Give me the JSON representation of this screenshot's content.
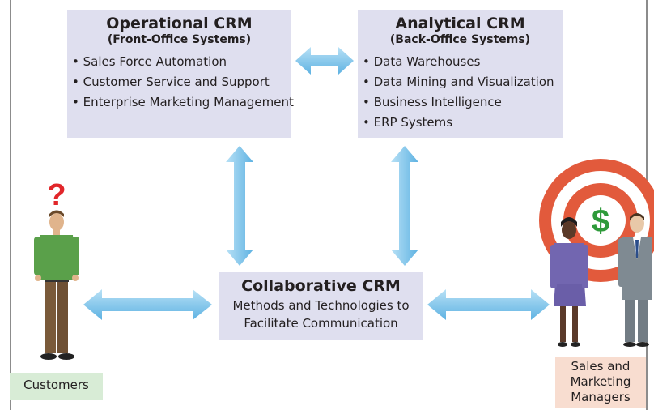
{
  "operational": {
    "title": "Operational CRM",
    "subtitle": "(Front-Office Systems)",
    "items": [
      "Sales Force Automation",
      "Customer Service and Support",
      "Enterprise Marketing Management"
    ]
  },
  "analytical": {
    "title": "Analytical CRM",
    "subtitle": "(Back-Office Systems)",
    "items": [
      "Data Warehouses",
      "Data Mining and Visualization",
      "Business Intelligence",
      "ERP Systems"
    ]
  },
  "collaborative": {
    "title": "Collaborative CRM",
    "line1": "Methods and Technologies to",
    "line2": "Facilitate Communication"
  },
  "customers": {
    "label": "Customers",
    "question_mark": "?"
  },
  "sales": {
    "line1": "Sales and",
    "line2": "Marketing",
    "line3": "Managers",
    "dollar": "$"
  },
  "colors": {
    "box": "#dfdfef",
    "arrow": "#7cc3ea",
    "target_red": "#e25a3c",
    "dollar_green": "#2e9a3a"
  }
}
